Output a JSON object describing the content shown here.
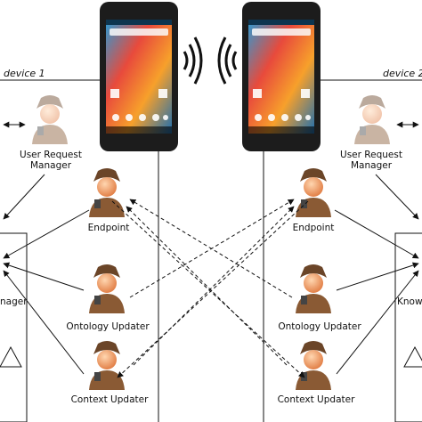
{
  "devices": [
    {
      "label": "device 1",
      "side": "left"
    },
    {
      "label": "device 2",
      "side": "right"
    }
  ],
  "agents": {
    "user_request_manager": "User Request\nManager",
    "endpoint": "Endpoint",
    "ontology_updater": "Ontology Updater",
    "context_updater": "Context Updater"
  },
  "partial_labels": {
    "left_box": "nager",
    "right_box": "Know"
  },
  "colors": {
    "line": "#111111",
    "agent_skin": "#f0a070",
    "agent_coat": "#8a5a34",
    "phone_body": "#1c1c1c",
    "screen_top": "#e8453c",
    "screen_mid": "#f7a02b",
    "screen_blue": "#1e88c8"
  },
  "icons": {
    "agent": "detective-agent-icon",
    "signal": "wireless-signal-icon",
    "phone": "smartphone-icon"
  }
}
